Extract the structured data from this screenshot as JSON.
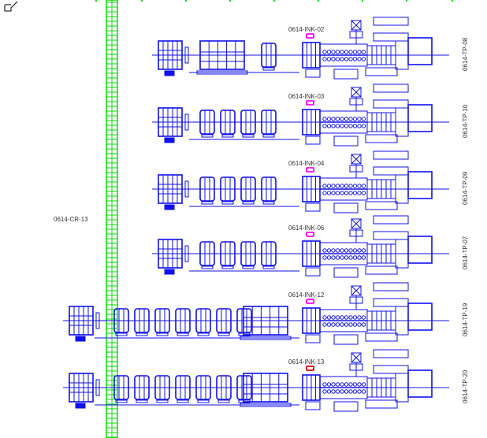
{
  "crane": {
    "label": "0614-CR-13",
    "color": "#00e000"
  },
  "colors": {
    "equipment": "#1010ee",
    "marker_default": "#ff00ff",
    "marker_alert": "#e00000",
    "text": "#333333"
  },
  "lines": [
    {
      "ink_label": "0614-INK-02",
      "tp_label": "0614-TP-08",
      "marker": "magenta"
    },
    {
      "ink_label": "0614-INK-03",
      "tp_label": "0614-TP-10",
      "marker": "magenta"
    },
    {
      "ink_label": "0614-INK-04",
      "tp_label": "0614-TP-09",
      "marker": "magenta"
    },
    {
      "ink_label": "0614-INK-06",
      "tp_label": "0614-TP-07",
      "marker": "magenta"
    },
    {
      "ink_label": "0614-INK-12",
      "tp_label": "0614-TP-19",
      "marker": "magenta"
    },
    {
      "ink_label": "0614-INK-13",
      "tp_label": "0614-TP-20",
      "marker": "red"
    }
  ]
}
